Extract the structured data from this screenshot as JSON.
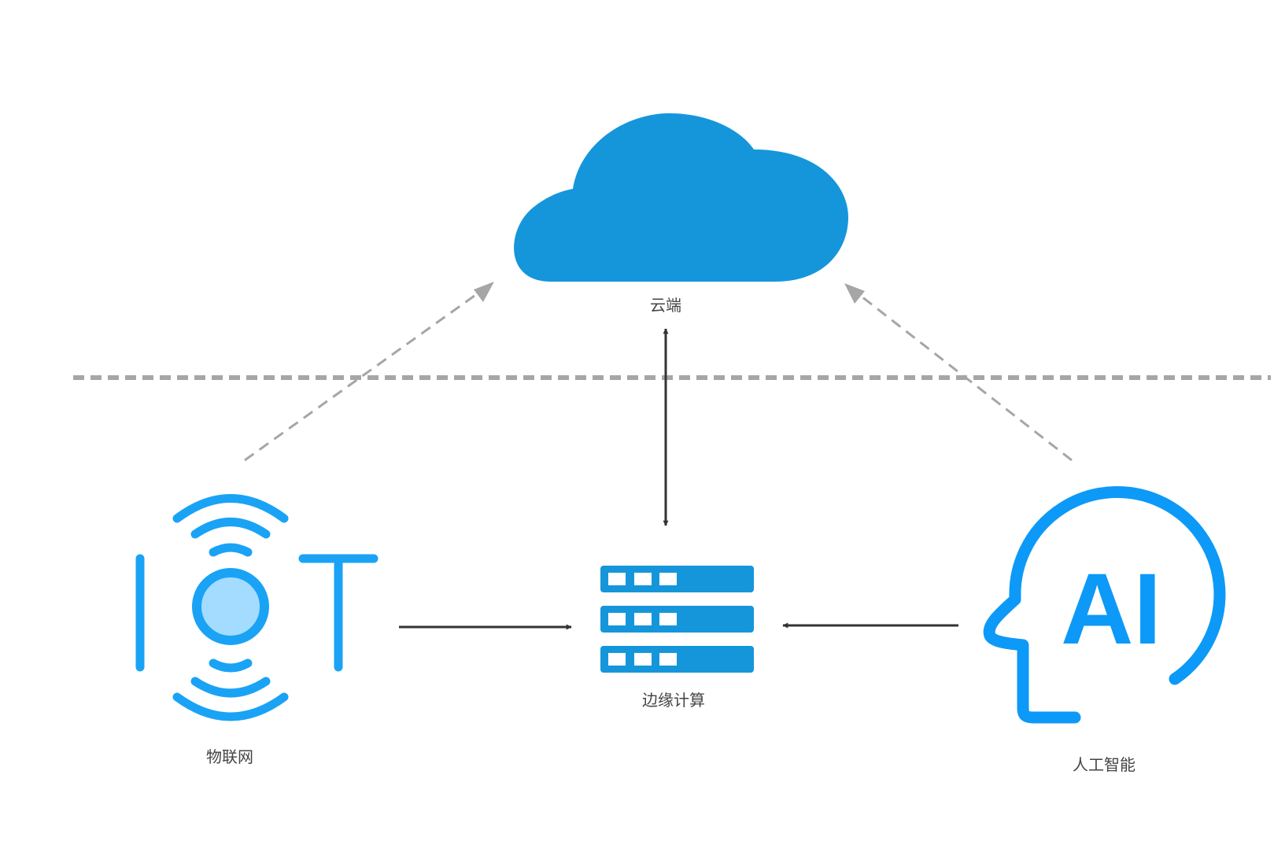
{
  "diagram": {
    "colors": {
      "cloud": "#1596db",
      "server": "#1596db",
      "iot": "#1aa3f5",
      "iot_core": "#a3dcff",
      "ai": "#0d99f7",
      "solid_arrow": "#333333",
      "dashed": "#a6a6a6",
      "label": "#444444"
    },
    "nodes": {
      "cloud": {
        "label": "云端",
        "icon": "cloud-icon"
      },
      "edge": {
        "label": "边缘计算",
        "icon": "server-icon"
      },
      "iot": {
        "label": "物联网",
        "icon": "iot-icon",
        "icon_text": [
          "I",
          "T"
        ]
      },
      "ai": {
        "label": "人工智能",
        "icon": "ai-head-icon",
        "icon_text": "AI"
      }
    },
    "edges": [
      {
        "from": "iot",
        "to": "edge",
        "style": "solid",
        "direction": "forward"
      },
      {
        "from": "ai",
        "to": "edge",
        "style": "solid",
        "direction": "forward"
      },
      {
        "from": "edge",
        "to": "cloud",
        "style": "solid",
        "direction": "both"
      },
      {
        "from": "iot",
        "to": "cloud",
        "style": "dashed",
        "direction": "forward"
      },
      {
        "from": "ai",
        "to": "cloud",
        "style": "dashed",
        "direction": "forward"
      }
    ],
    "separator": {
      "style": "dashed",
      "meaning": "cloud / edge boundary"
    }
  }
}
